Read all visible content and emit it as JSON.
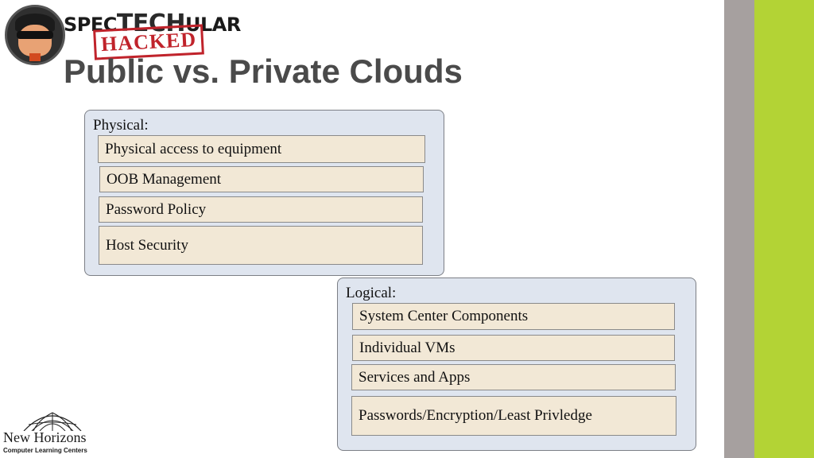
{
  "branding": {
    "logo_brand": "SPECTECHULAR",
    "logo_brand_prefix": "SPEC",
    "logo_brand_mid": "TECH",
    "logo_brand_suffix": "ULAR",
    "logo_stamp": "HACKED",
    "footer_logo_name": "New Horizons",
    "footer_logo_sub": "Computer Learning Centers"
  },
  "slide": {
    "title": "Public vs. Private Clouds"
  },
  "physical": {
    "label": "Physical:",
    "items": [
      "Physical access to equipment",
      "OOB Management",
      "Password Policy",
      "Host Security"
    ]
  },
  "logical": {
    "label": "Logical:",
    "items": [
      "System Center Components",
      "Individual VMs",
      "Services and Apps",
      "Passwords/Encryption/Least Privledge"
    ]
  },
  "colors": {
    "accent_green": "#b3d335",
    "accent_gray": "#a6a09f",
    "group_fill": "#dfe5ef",
    "item_fill": "#f2e8d6",
    "stamp_red": "#c0232b"
  }
}
